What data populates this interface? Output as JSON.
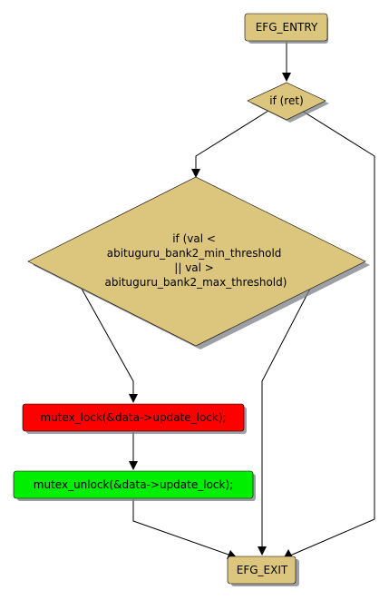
{
  "nodes": {
    "entry": {
      "label": "EFG_ENTRY",
      "fill": "#dcc67e"
    },
    "if_ret": {
      "label": "if (ret)",
      "fill": "#dcc67e"
    },
    "if_val": {
      "lines": [
        "if (val <",
        "abituguru_bank2_min_threshold",
        "|| val >",
        "abituguru_bank2_max_threshold)"
      ],
      "fill": "#dcc67e"
    },
    "mutex_lock": {
      "label": "mutex_lock(&data->update_lock);",
      "fill": "#ff0000"
    },
    "mutex_unlock": {
      "label": "mutex_unlock(&data->update_lock);",
      "fill": "#00ee00"
    },
    "exit": {
      "label": "EFG_EXIT",
      "fill": "#dcc67e"
    }
  },
  "colors": {
    "edge": "#000000",
    "shadow": "#7b7f84"
  }
}
